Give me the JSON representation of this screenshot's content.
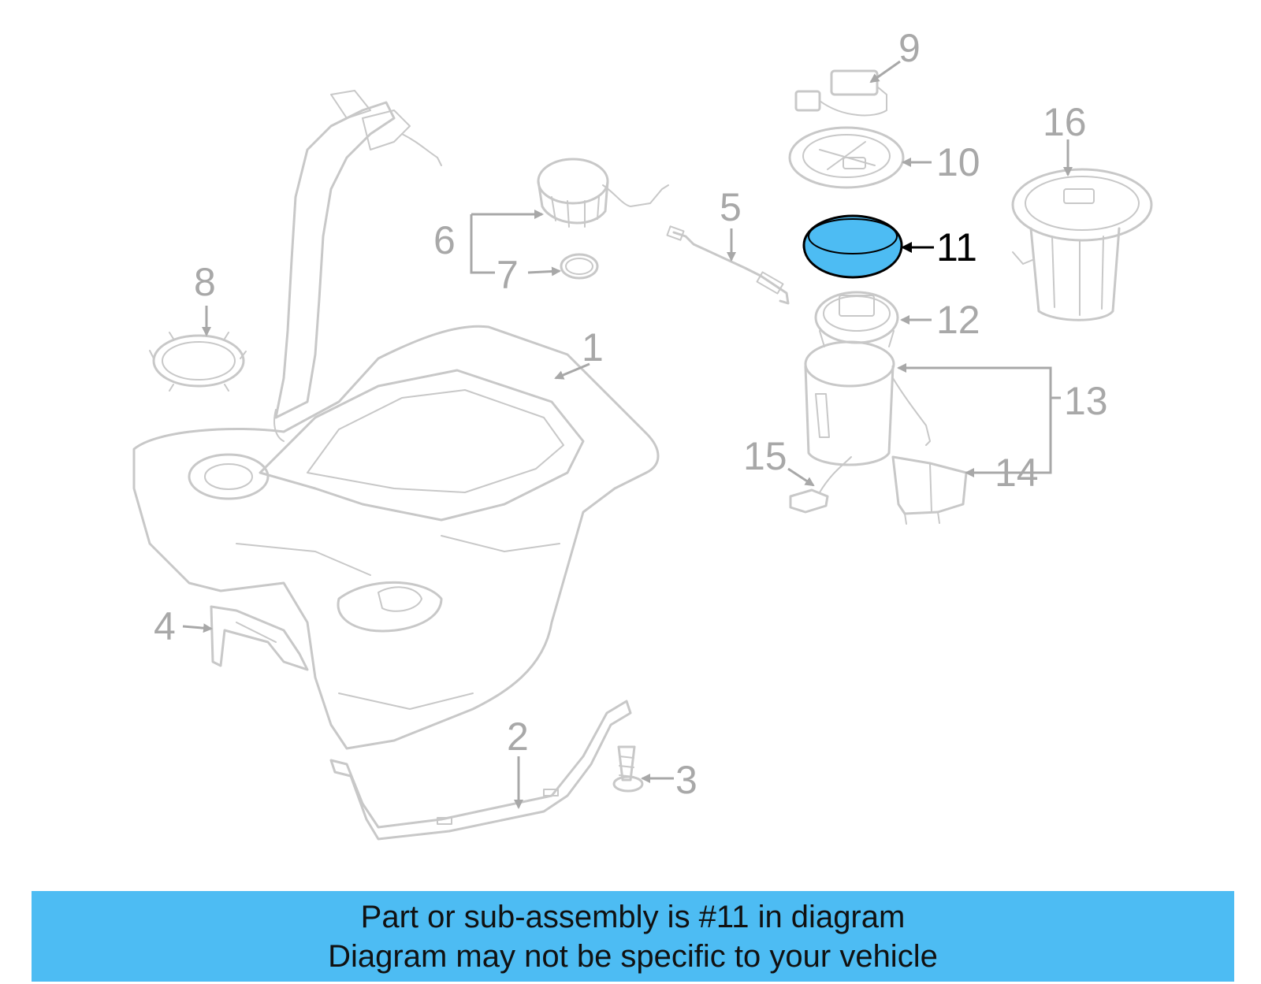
{
  "callouts": {
    "c1": "1",
    "c2": "2",
    "c3": "3",
    "c4": "4",
    "c5": "5",
    "c6": "6",
    "c7": "7",
    "c8": "8",
    "c9": "9",
    "c10": "10",
    "c11": "11",
    "c12": "12",
    "c13": "13",
    "c14": "14",
    "c15": "15",
    "c16": "16"
  },
  "highlight": {
    "part_callout": "11",
    "color": "#4dbcf3"
  },
  "caption": {
    "line1": "Part or sub-assembly is #11 in diagram",
    "line2": "Diagram may not be specific to your vehicle"
  },
  "colors": {
    "parts": "#c8c8c8",
    "callout_gray": "#a8a8a8",
    "callout_active": "#000000",
    "banner": "#4dbcf3"
  }
}
